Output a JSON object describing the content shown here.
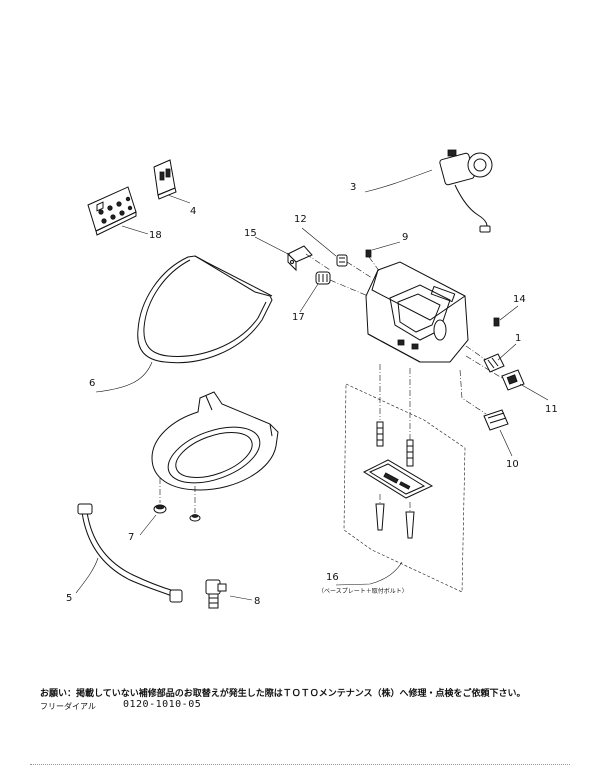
{
  "labels": {
    "p1": "1",
    "p3": "3",
    "p4": "4",
    "p5": "5",
    "p6": "6",
    "p7": "7",
    "p8": "8",
    "p9": "9",
    "p10": "10",
    "p11": "11",
    "p12": "12",
    "p14": "14",
    "p15": "15",
    "p16": "16",
    "p17": "17",
    "p18": "18"
  },
  "base_plate_caption": "（ベースプレート＋取付ボルト）",
  "footer": {
    "notice": "お願い：掲載していない補修部品のお取替えが発生した際はＴＯＴＯメンテナンス（株）へ修理・点検をご依頼下さい。",
    "free_dial_label": "フリーダイアル",
    "phone": "0120-1010-05"
  }
}
